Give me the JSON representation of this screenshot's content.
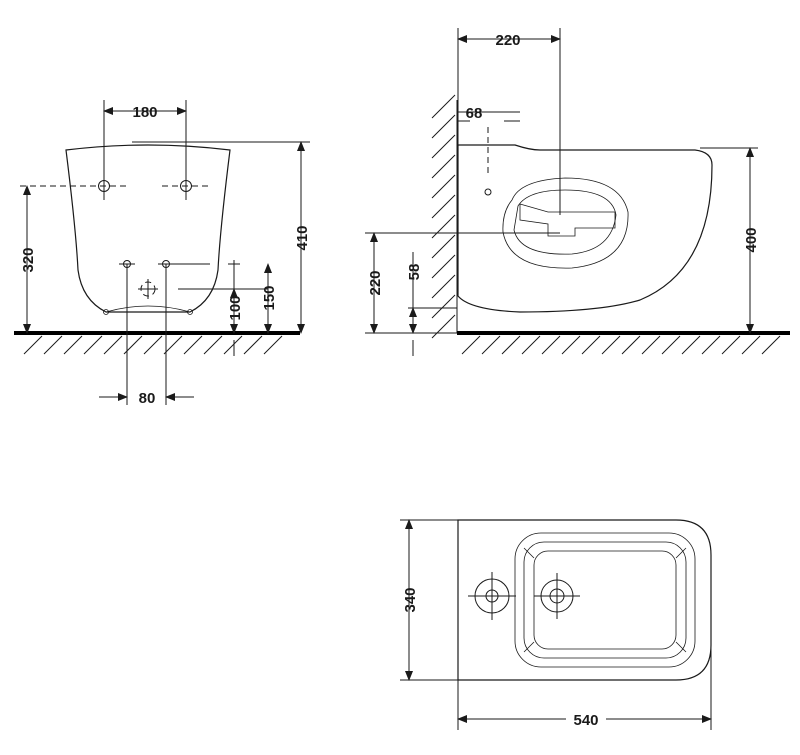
{
  "front_view": {
    "dim_tap_spacing": "180",
    "dim_height_total": "410",
    "dim_tap_height": "320",
    "dim_waste_height": "150",
    "dim_outlet_height": "100",
    "dim_outlet_spacing": "80"
  },
  "side_view": {
    "dim_fixing_center": "220",
    "dim_wall_offset": "68",
    "dim_bowl_height": "400",
    "dim_fixing_height": "220",
    "dim_pipe_height": "58"
  },
  "top_view": {
    "dim_width": "340",
    "dim_length": "540"
  }
}
